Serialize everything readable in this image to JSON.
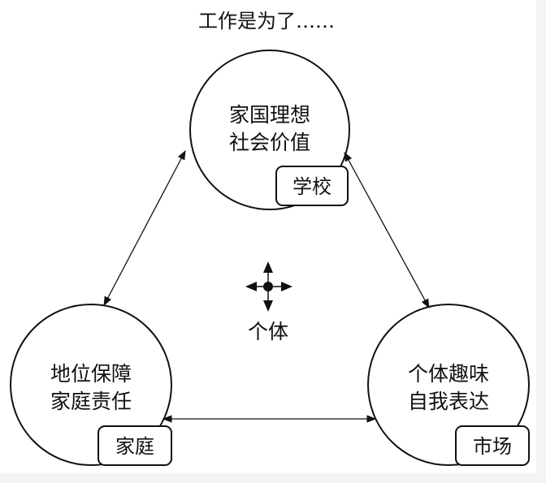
{
  "title": "工作是为了……",
  "center": {
    "label": "个体"
  },
  "nodes": {
    "top": {
      "line1": "家国理想",
      "line2": "社会价值",
      "tag": "学校"
    },
    "left": {
      "line1": "地位保障",
      "line2": "家庭责任",
      "tag": "家庭"
    },
    "right": {
      "line1": "个体趣味",
      "line2": "自我表达",
      "tag": "市场"
    }
  },
  "colors": {
    "stroke": "#111111",
    "background": "#ffffff"
  }
}
